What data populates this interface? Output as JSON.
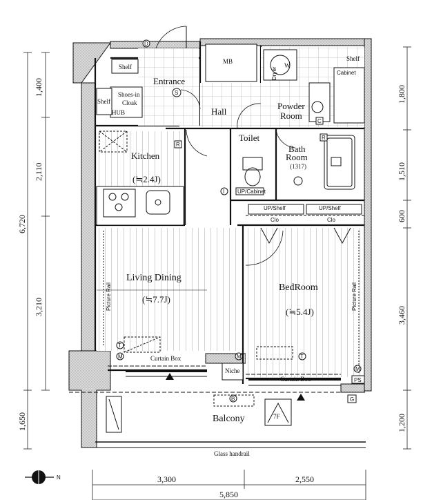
{
  "rooms": {
    "entrance": "Entrance",
    "hall": "Hall",
    "powder_room_1": "Powder",
    "powder_room_2": "Room",
    "toilet": "Toilet",
    "bath_1": "Bath",
    "bath_2": "Room",
    "bath_size": "(1317)",
    "kitchen": "Kitchen",
    "kitchen_size": "(≒2.4J)",
    "living": "Living Dining",
    "living_size": "(≒7.7J)",
    "bedroom": "BedRoom",
    "bedroom_size": "(≒5.4J)",
    "balcony": "Balcony",
    "mb": "MB",
    "niche": "Niche",
    "floor_mark": "7F"
  },
  "labels": {
    "shelf_entrance": "Shelf",
    "shelf_left": "Shelf",
    "shelf_powder": "Shelf",
    "shoes_in_1": "Shoes-in",
    "shoes_in_2": "Cloak",
    "hub": "HUB",
    "cabinet_powder": "Cabinet",
    "up_cabinet": "UP/Cabinet",
    "up_shelf_1": "UP/Shelf",
    "up_shelf_2": "UP/Shelf",
    "clo_1": "Clo",
    "clo_2": "Clo",
    "picture_rail_left": "Picture Rail",
    "picture_rail_right": "Picture Rail",
    "curtain_box_left": "Curtain Box",
    "curtain_box_right": "Curtain Box",
    "glass_handrail": "Glass handrail",
    "wm": "W",
    "dryer": "Dryer"
  },
  "symbols": {
    "d": "D",
    "s": "S",
    "c": "C",
    "r1": "R",
    "r2": "R",
    "i": "I",
    "m1": "M",
    "m2": "M",
    "m3": "M",
    "t1": "T",
    "t2": "T",
    "b": "B",
    "ps": "PS",
    "g": "G",
    "north": "N"
  },
  "dimensions": {
    "left": [
      "1,400",
      "2,110",
      "6,720",
      "3,210",
      "1,650"
    ],
    "right": [
      "1,800",
      "1,510",
      "600",
      "3,460",
      "1,200"
    ],
    "bottom_parts": [
      "3,300",
      "2,550"
    ],
    "bottom_total": "5,850"
  }
}
